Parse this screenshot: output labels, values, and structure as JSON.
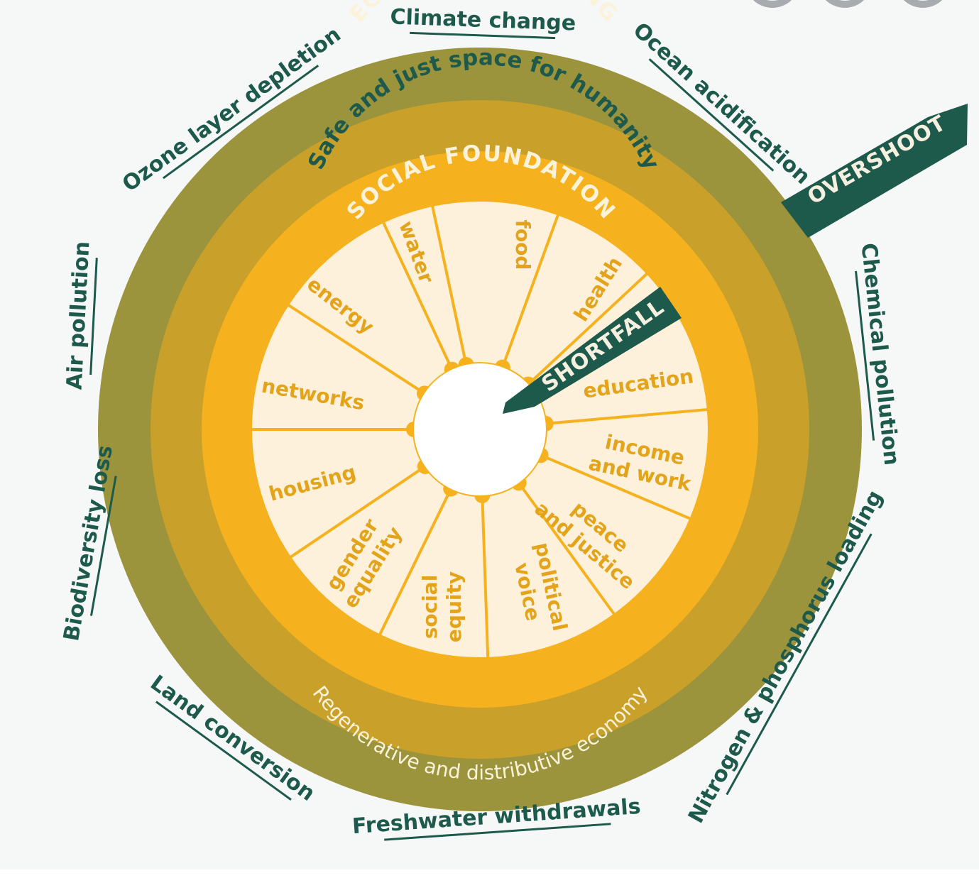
{
  "ecological_ceiling": {
    "title": "ECOLOGICAL CEILING",
    "boundaries": [
      "Climate change",
      "Ocean acidification",
      "Chemical pollution",
      "Nitrogen & phosphorus loading",
      "Freshwater withdrawals",
      "Land conversion",
      "Biodiversity loss",
      "Air pollution",
      "Ozone layer depletion"
    ]
  },
  "safe_space": {
    "label": "Safe and just space for humanity",
    "economy_label": "Regenerative and distributive economy"
  },
  "social_foundation": {
    "title": "SOCIAL FOUNDATION",
    "dimensions": [
      [
        "food"
      ],
      [
        "health"
      ],
      [
        "education"
      ],
      [
        "income",
        "and work"
      ],
      [
        "peace",
        "and justice"
      ],
      [
        "political",
        "voice"
      ],
      [
        "social",
        "equity"
      ],
      [
        "gender",
        "equality"
      ],
      [
        "housing"
      ],
      [
        "networks"
      ],
      [
        "energy"
      ],
      [
        "water"
      ]
    ]
  },
  "arrows": {
    "overshoot": "OVERSHOOT",
    "shortfall": "SHORTFALL"
  },
  "colors": {
    "ceiling_ring": "#9c933d",
    "safe_ring": "#c8a02a",
    "foundation_ring": "#f6b11e",
    "wedge_fill": "#fdf1dc",
    "wedge_lines": "#f6b11e",
    "dark_green": "#1d5a4b",
    "background": "#ffffff"
  }
}
